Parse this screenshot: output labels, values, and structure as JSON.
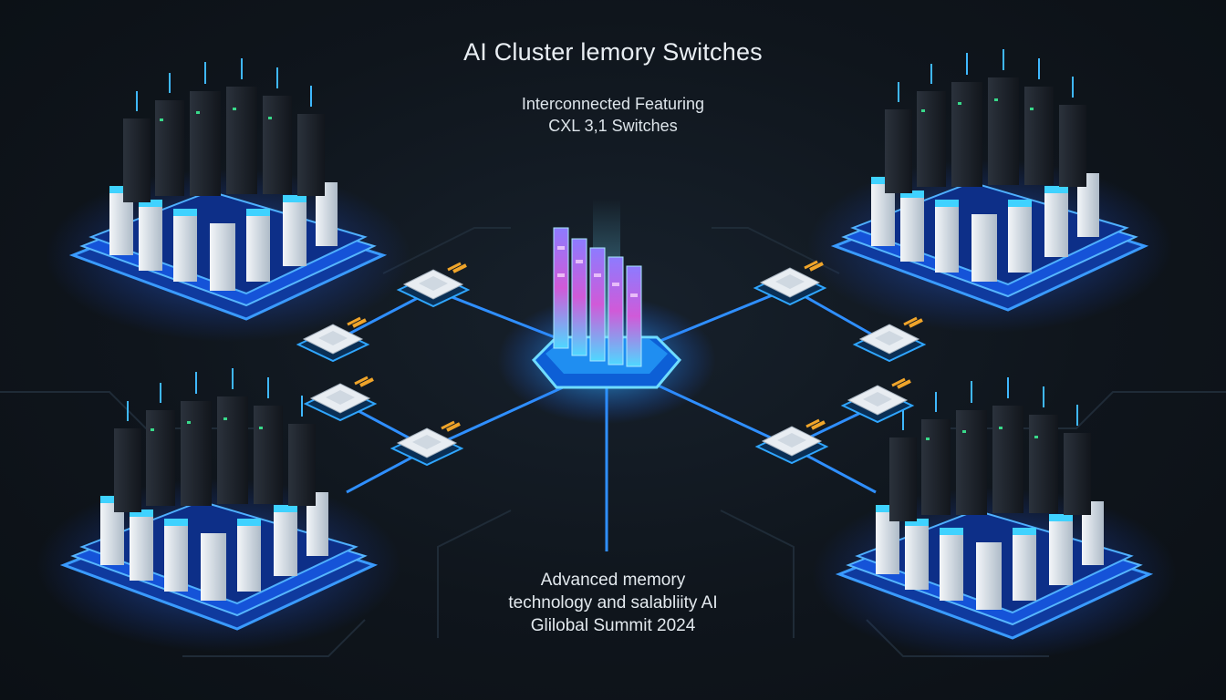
{
  "header": {
    "title": "AI Cluster lemory Switches",
    "subtitle_lines": [
      "Interconnected Featuring",
      "CXL 3,1 Switches"
    ]
  },
  "footer": {
    "caption_lines": [
      "Advanced memory",
      "technology and salabliity AI",
      "Glilobal Summit 2024"
    ]
  },
  "diagram": {
    "nodes": [
      {
        "id": "cluster-top-left",
        "kind": "server-cluster"
      },
      {
        "id": "cluster-top-right",
        "kind": "server-cluster"
      },
      {
        "id": "cluster-bottom-left",
        "kind": "server-cluster"
      },
      {
        "id": "cluster-bottom-right",
        "kind": "server-cluster"
      },
      {
        "id": "central-memory-hub",
        "kind": "memory-switch"
      },
      {
        "id": "switch-chip-1",
        "kind": "switch-chip"
      },
      {
        "id": "switch-chip-2",
        "kind": "switch-chip"
      },
      {
        "id": "switch-chip-3",
        "kind": "switch-chip"
      },
      {
        "id": "switch-chip-4",
        "kind": "switch-chip"
      },
      {
        "id": "switch-chip-5",
        "kind": "switch-chip"
      },
      {
        "id": "switch-chip-6",
        "kind": "switch-chip"
      },
      {
        "id": "switch-chip-7",
        "kind": "switch-chip"
      },
      {
        "id": "switch-chip-8",
        "kind": "switch-chip"
      }
    ],
    "colors": {
      "background": "#0f151c",
      "link": "#2f8fff",
      "platform": "#1d6cff",
      "platform_glow": "#39a8ff",
      "rack_dark": "#1b1f26",
      "rack_light": "#dfe6ee",
      "accent_cyan": "#3fd2ff",
      "chip_body": "#e8edf2",
      "chip_pin": "#f0a52a",
      "hub_magenta": "#c04bd6"
    }
  }
}
